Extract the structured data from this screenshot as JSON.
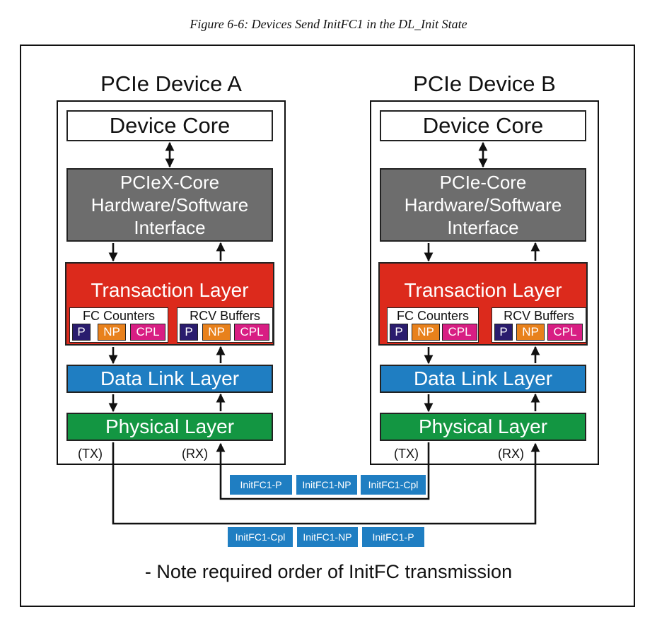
{
  "caption": "Figure 6-6: Devices Send InitFC1 in the DL_Init State",
  "device_a": {
    "title": "PCIe Device A",
    "core": "Device Core",
    "iface_lines": [
      "PCIeX-Core",
      "Hardware/Software",
      "Interface"
    ],
    "transaction": "Transaction Layer",
    "fc_counters": "FC Counters",
    "rcv_buffers": "RCV Buffers",
    "chips": [
      "P",
      "NP",
      "CPL"
    ],
    "data_link": "Data Link Layer",
    "physical": "Physical Layer",
    "tx": "(TX)",
    "rx": "(RX)"
  },
  "device_b": {
    "title": "PCIe Device B",
    "core": "Device Core",
    "iface_lines": [
      "PCIe-Core",
      "Hardware/Software",
      "Interface"
    ],
    "transaction": "Transaction Layer",
    "fc_counters": "FC Counters",
    "rcv_buffers": "RCV Buffers",
    "chips": [
      "P",
      "NP",
      "CPL"
    ],
    "data_link": "Data Link Layer",
    "physical": "Physical Layer",
    "tx": "(TX)",
    "rx": "(RX)"
  },
  "upper_link_packets": [
    "InitFC1-P",
    "InitFC1-NP",
    "InitFC1-Cpl"
  ],
  "lower_link_packets": [
    "InitFC1-Cpl",
    "InitFC1-NP",
    "InitFC1-P"
  ],
  "note": "- Note required order of InitFC transmission",
  "colors": {
    "iface": "#6d6d6d",
    "transaction": "#dc2a1c",
    "data_link": "#1f7ec2",
    "physical": "#139642",
    "chip_p": "#2a1c6e",
    "chip_np": "#e8811c",
    "chip_cpl": "#d81e83",
    "packet": "#1f7ec2"
  }
}
